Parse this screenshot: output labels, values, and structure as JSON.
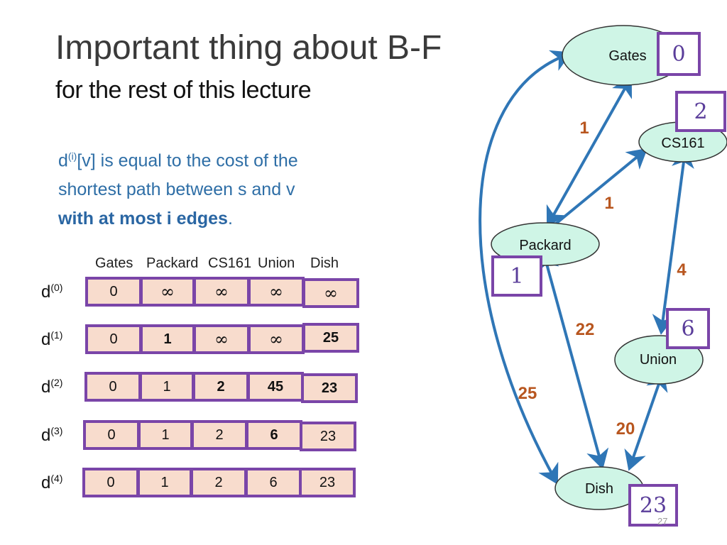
{
  "slide": {
    "title": "Important thing about B-F",
    "subtitle": "for the rest of this lecture",
    "desc_sup": "(i)",
    "desc_line1": "[v] is equal to the cost of the",
    "desc_line2": "shortest path between s and v",
    "desc_bold": "with at most i edges",
    "desc_period": ".",
    "page_number": "27"
  },
  "table": {
    "columns": [
      "Gates",
      "Packard",
      "CS161",
      "Union",
      "Dish"
    ],
    "rows": [
      {
        "label": "d",
        "sup": "(0)",
        "cells": [
          "0",
          "∞",
          "∞",
          "∞",
          "∞"
        ],
        "bold": [
          false,
          false,
          false,
          false,
          false
        ]
      },
      {
        "label": "d",
        "sup": "(1)",
        "cells": [
          "0",
          "1",
          "∞",
          "∞",
          "25"
        ],
        "bold": [
          false,
          true,
          false,
          false,
          true
        ]
      },
      {
        "label": "d",
        "sup": "(2)",
        "cells": [
          "0",
          "1",
          "2",
          "45",
          "23"
        ],
        "bold": [
          false,
          false,
          true,
          true,
          true
        ]
      },
      {
        "label": "d",
        "sup": "(3)",
        "cells": [
          "0",
          "1",
          "2",
          "6",
          "23"
        ],
        "bold": [
          false,
          false,
          false,
          true,
          false
        ]
      },
      {
        "label": "d",
        "sup": "(4)",
        "cells": [
          "0",
          "1",
          "2",
          "6",
          "23"
        ],
        "bold": [
          false,
          false,
          false,
          false,
          false
        ]
      }
    ]
  },
  "graph": {
    "nodes": {
      "gates": "Gates",
      "cs161": "CS161",
      "packard": "Packard",
      "union": "Union",
      "dish": "Dish"
    },
    "distances": {
      "gates": "0",
      "cs161": "2",
      "packard": "1",
      "union": "6",
      "dish": "23"
    },
    "weights": {
      "gates_packard": "1",
      "packard_cs161": "1",
      "cs161_union": "4",
      "packard_dish": "22",
      "gates_dish": "25",
      "union_dish": "20"
    }
  },
  "colors": {
    "node_fill": "#cff5e6",
    "edge": "#2f76b6",
    "box_border": "#7a45a8",
    "cell_fill": "#f8dccd",
    "weight_text": "#b8561f",
    "desc_text": "#2e6ea6"
  }
}
